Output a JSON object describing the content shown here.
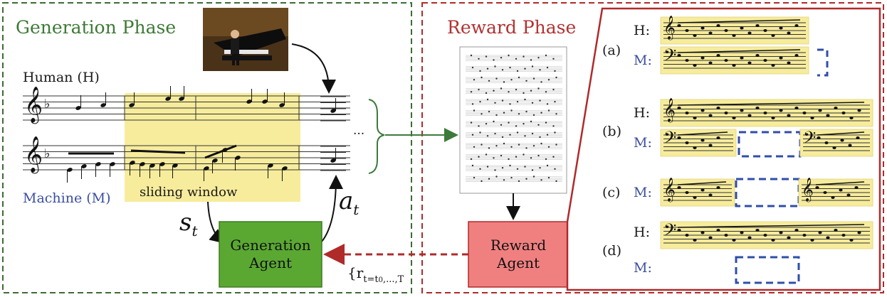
{
  "generation_phase": {
    "title": "Generation Phase",
    "human_label": "Human (H)",
    "machine_label": "Machine (M)",
    "window_label": "sliding window",
    "ellipsis": "...",
    "state_symbol": "s",
    "state_sub": "t",
    "action_symbol": "a",
    "action_sub": "t",
    "agent_line1": "Generation",
    "agent_line2": "Agent",
    "photo_icon": "pianist-photo"
  },
  "reward_phase": {
    "title": "Reward Phase",
    "agent_line1": "Reward",
    "agent_line2": "Agent",
    "sheet_icon": "score-sheet",
    "reward_seq": "{r",
    "reward_sub": "t=t",
    "reward_sub0": "0",
    "reward_range": ",...,T"
  },
  "cases": [
    {
      "tag": "(a)",
      "h": "H:",
      "m": "M:"
    },
    {
      "tag": "(b)",
      "h": "H:",
      "m": "M:"
    },
    {
      "tag": "(c)",
      "h": "",
      "m": "M:"
    },
    {
      "tag": "(d)",
      "h": "H:",
      "m": "M:"
    }
  ],
  "colors": {
    "green_border": "#3d6b35",
    "red_border": "#b02a2a",
    "highlight": "#f7ec9c",
    "generation_agent": "#5aa832",
    "reward_agent": "#f08080",
    "blue_dash": "#2f4ea8",
    "arrow_green": "#3c7a3c",
    "arrow_red": "#b02a2a"
  }
}
